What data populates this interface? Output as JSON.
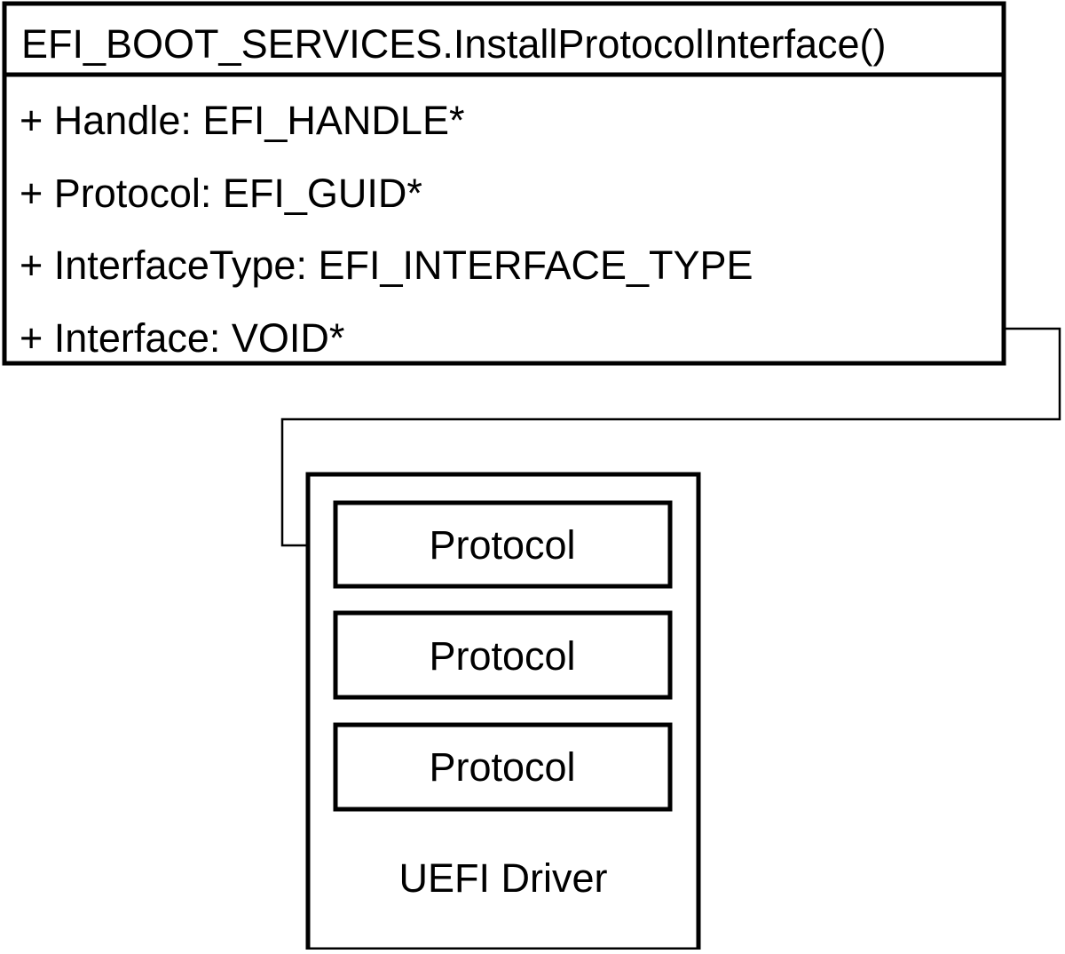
{
  "class_box": {
    "title": "EFI_BOOT_SERVICES.InstallProtocolInterface()",
    "params": [
      "+ Handle: EFI_HANDLE*",
      "+ Protocol: EFI_GUID*",
      "+ InterfaceType: EFI_INTERFACE_TYPE",
      "+ Interface: VOID*"
    ]
  },
  "driver": {
    "label": "UEFI Driver",
    "protocols": [
      "Protocol",
      "Protocol",
      "Protocol"
    ]
  },
  "colors": {
    "stroke": "#000000",
    "background": "#ffffff",
    "text": "#000000"
  }
}
